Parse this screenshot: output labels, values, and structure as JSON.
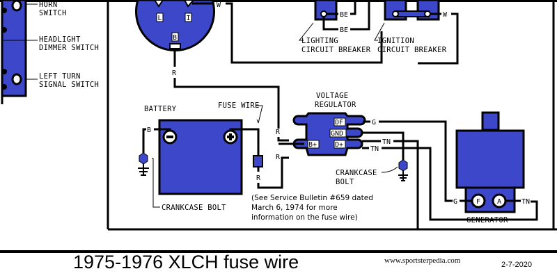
{
  "colors": {
    "component_fill": "#3c47c9",
    "wire": "#000000",
    "background": "#ffffff"
  },
  "switch_panel": {
    "switches": [
      {
        "label_line1": "HORN",
        "label_line2": "SWITCH"
      },
      {
        "label_line1": "HEADLIGHT",
        "label_line2": "DIMMER SWITCH"
      },
      {
        "label_line1": "LEFT TURN",
        "label_line2": "SIGNAL SWITCH"
      }
    ]
  },
  "ignition_switch": {
    "terminal_L": "L",
    "terminal_I": "I",
    "terminal_B": "B",
    "wire_out": "W",
    "wire_down": "R"
  },
  "circuit_breakers": {
    "lighting": {
      "label_line1": "LIGHTING",
      "label_line2": "CIRCUIT BREAKER",
      "wire_1": "BE",
      "wire_2": "BE"
    },
    "ignition": {
      "label_line1": "IGNITION",
      "label_line2": "CIRCUIT BREAKER",
      "wire_out": "W"
    }
  },
  "battery": {
    "title": "BATTERY",
    "negative_symbol": "−",
    "positive_symbol": "+",
    "neg_wire": "B",
    "ground_label": "CRANKCASE BOLT"
  },
  "fuse": {
    "label": "FUSE WIRE",
    "wire_top_1": "R",
    "wire_top_2": "R",
    "wire_bottom": "R"
  },
  "regulator": {
    "title_line1": "VOLTAGE",
    "title_line2": "REGULATOR",
    "terminals": {
      "DF": "DF",
      "GND": "GND",
      "D_plus": "D+",
      "B_plus": "B+"
    },
    "wire_df": "G",
    "wire_gnd": "TN",
    "wire_dplus": "TN",
    "ground_label_line1": "CRANKCASE",
    "ground_label_line2": "BOLT"
  },
  "generator": {
    "title": "GENERATOR",
    "terminal_F": "F",
    "terminal_A": "A",
    "wire_F": "G",
    "wire_A": "TN"
  },
  "note": {
    "line1": "(See Service Bulletin #659 dated",
    "line2": "March 6, 1974 for more",
    "line3": "information on the fuse wire)"
  },
  "footer": {
    "title": "1975-1976 XLCH fuse wire",
    "url": "www.sportsterpedia.com",
    "date": "2-7-2020"
  }
}
